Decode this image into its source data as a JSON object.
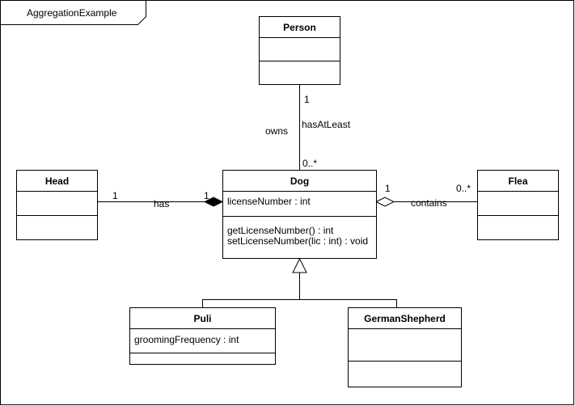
{
  "frame": {
    "title": "AggregationExample"
  },
  "classes": {
    "person": {
      "name": "Person",
      "attributes": [],
      "operations": []
    },
    "head": {
      "name": "Head",
      "attributes": [],
      "operations": []
    },
    "dog": {
      "name": "Dog",
      "attributes": [
        "licenseNumber : int"
      ],
      "operations": [
        "getLicenseNumber() : int",
        "setLicenseNumber(lic : int) : void"
      ]
    },
    "flea": {
      "name": "Flea",
      "attributes": [],
      "operations": []
    },
    "puli": {
      "name": "Puli",
      "attributes": [
        "groomingFrequency : int"
      ],
      "operations": []
    },
    "german_shepherd": {
      "name": "GermanShepherd",
      "attributes": [],
      "operations": []
    }
  },
  "associations": {
    "person_dog": {
      "mult_source": "1",
      "name_source": "hasAtLeast",
      "name_target": "owns",
      "mult_target": "0..*"
    },
    "head_dog": {
      "mult_source": "1",
      "name": "has",
      "mult_target": "1"
    },
    "dog_flea": {
      "mult_source": "1",
      "name": "contains",
      "mult_target": "0..*"
    }
  }
}
